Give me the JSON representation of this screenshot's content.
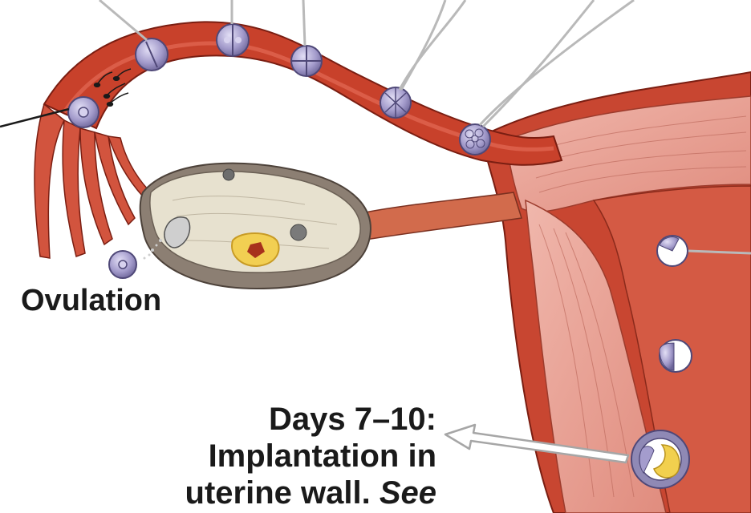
{
  "labels": {
    "ovulation": "Ovulation",
    "implantation_line1": "Days 7–10:",
    "implantation_line2": "Implantation in",
    "implantation_line3a": "uterine wall.",
    "implantation_line3b": "See"
  },
  "colors": {
    "tube_red": "#c8412b",
    "tube_outline": "#7a1e12",
    "uterus_pink": "#e9a49a",
    "ovary_fill": "#e7e1cf",
    "embryo_purple": "#9a92c4",
    "leader_gray": "#b9b9b9",
    "text": "#1a1a1a"
  }
}
